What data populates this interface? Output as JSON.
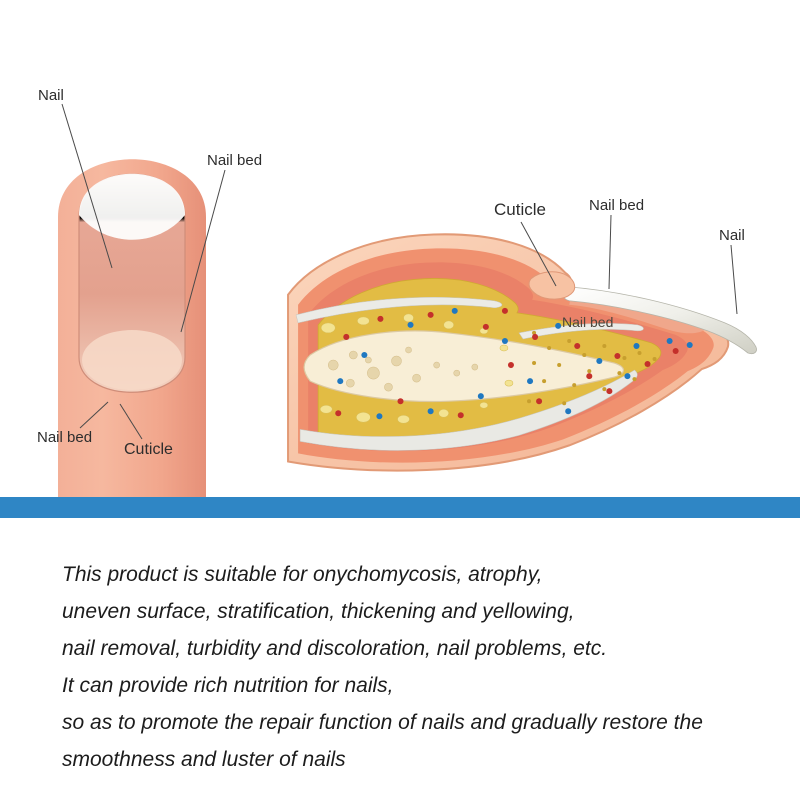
{
  "colors": {
    "divider_blue": "#2f86c5",
    "pointer_line": "#4a4a4a",
    "red_dot": "#c4302b",
    "blue_dot": "#1f78c1"
  },
  "left_diagram": {
    "nail_label": "Nail",
    "nail_bed_top_label": "Nail bed",
    "nail_bed_bottom_label": "Nail bed",
    "cuticle_label": "Cuticle"
  },
  "right_diagram": {
    "cuticle_label": "Cuticle",
    "nail_bed_top_label": "Nail bed",
    "nail_label": "Nail",
    "nail_bed_inner_label": "Nail bed"
  },
  "description": {
    "lines": [
      "This product is suitable for onychomycosis, atrophy,",
      "uneven surface, stratification, thickening and yellowing,",
      "nail removal, turbidity and discoloration, nail problems, etc.",
      "It can provide rich nutrition for nails,",
      "so as to promote the repair function of nails and gradually restore the",
      "smoothness and luster of nails"
    ]
  }
}
